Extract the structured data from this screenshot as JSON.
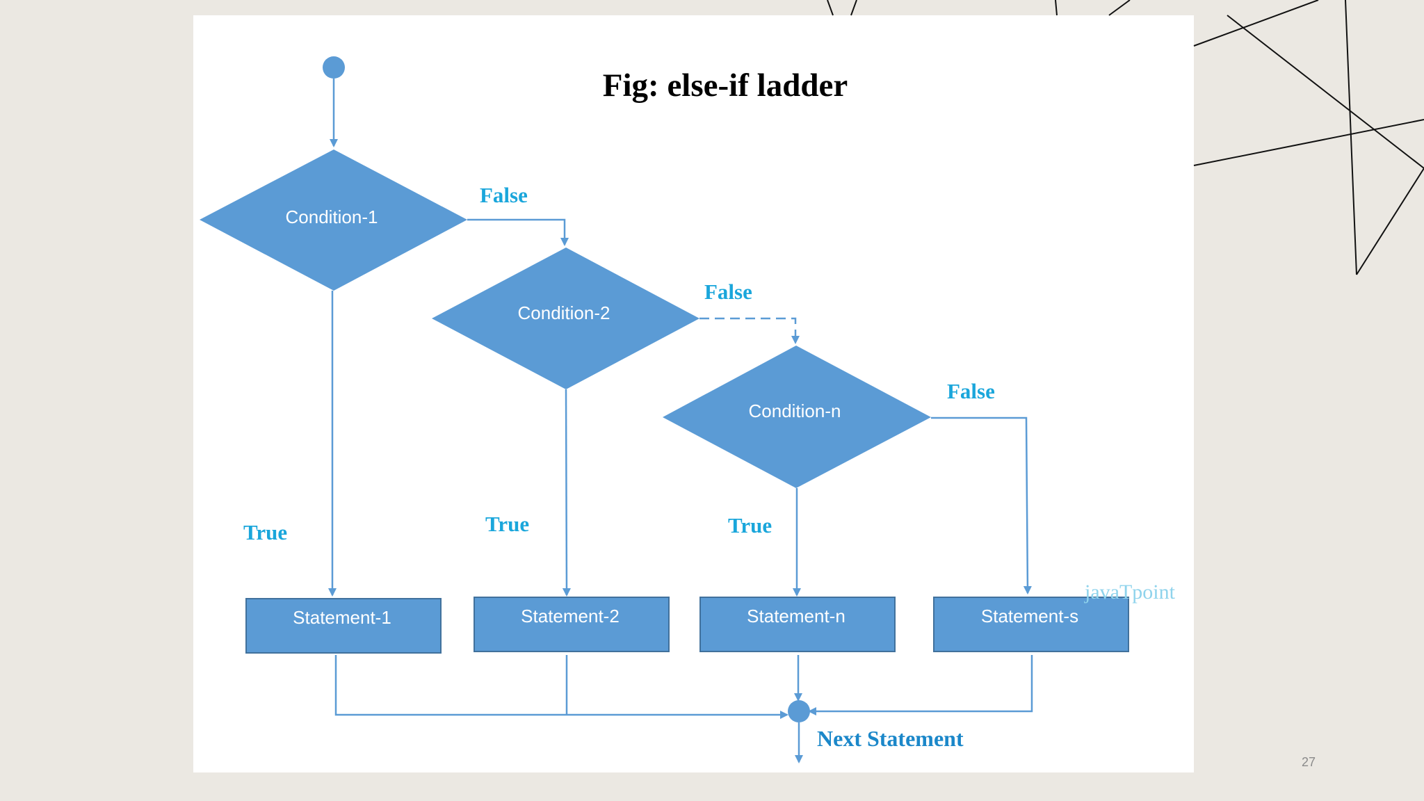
{
  "figure": {
    "title": "Fig: else-if ladder"
  },
  "conditions": [
    {
      "label": "Condition-1",
      "false_label": "False",
      "true_label": "True"
    },
    {
      "label": "Condition-2",
      "false_label": "False",
      "true_label": "True"
    },
    {
      "label": "Condition-n",
      "false_label": "False",
      "true_label": "True"
    }
  ],
  "statements": [
    {
      "label": "Statement-1"
    },
    {
      "label": "Statement-2"
    },
    {
      "label": "Statement-n"
    },
    {
      "label": "Statement-s"
    }
  ],
  "next_statement": "Next Statement",
  "watermark": "javaTpoint",
  "slide": {
    "page_number": "27"
  },
  "colors": {
    "shape_fill": "#5b9bd5",
    "branch_label": "#1aa6db",
    "background": "#ebe8e2"
  }
}
